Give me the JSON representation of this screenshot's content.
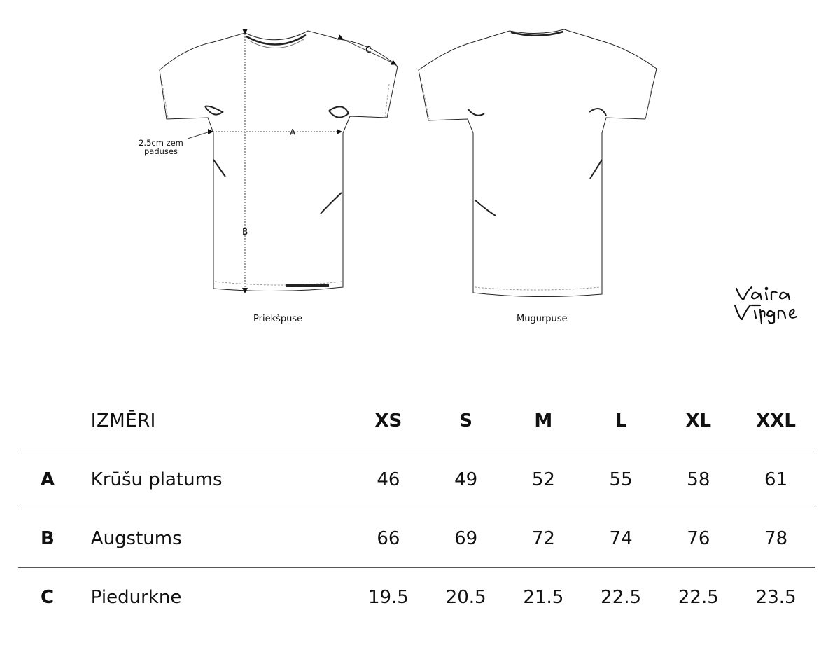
{
  "diagram": {
    "front_label": "Priekšpuse",
    "back_label": "Mugurpuse",
    "measure_a": "A",
    "measure_b": "B",
    "measure_c": "C",
    "note_line1": "2.5cm zem",
    "note_line2": "paduses",
    "logo_text": "Vaira Vīķsne"
  },
  "table": {
    "header_label": "IZMĒRI",
    "sizes": [
      "XS",
      "S",
      "M",
      "L",
      "XL",
      "XXL"
    ],
    "rows": [
      {
        "letter": "A",
        "name": "Krūšu platums",
        "values": [
          "46",
          "49",
          "52",
          "55",
          "58",
          "61"
        ]
      },
      {
        "letter": "B",
        "name": "Augstums",
        "values": [
          "66",
          "69",
          "72",
          "74",
          "76",
          "78"
        ]
      },
      {
        "letter": "C",
        "name": "Piedurkne",
        "values": [
          "19.5",
          "20.5",
          "21.5",
          "22.5",
          "22.5",
          "23.5"
        ]
      }
    ]
  },
  "colors": {
    "line": "#555555",
    "text": "#111111",
    "background": "#ffffff"
  }
}
